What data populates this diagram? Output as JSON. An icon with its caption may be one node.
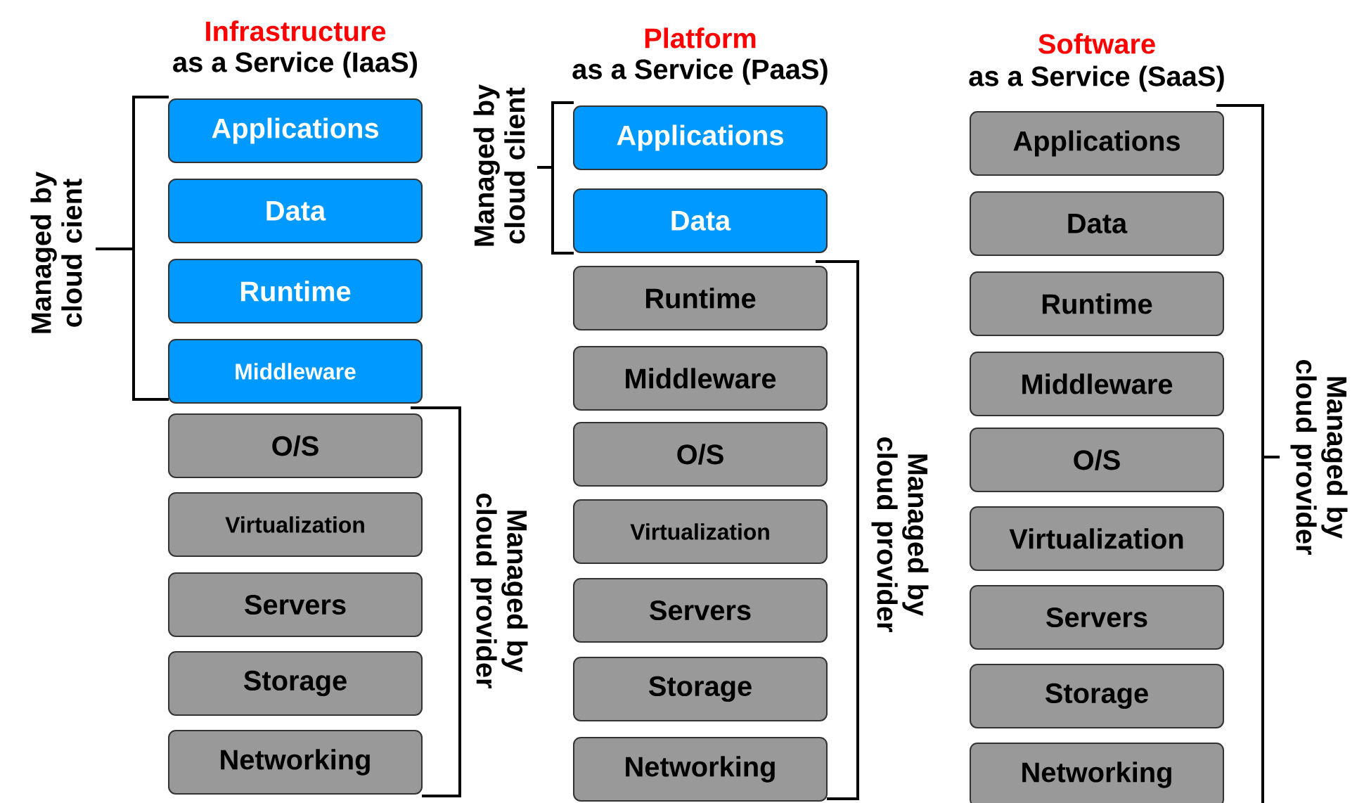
{
  "diagram": {
    "nodes": [
      {
        "text": [
          "Applications"
        ]
      },
      {
        "text": [
          "Data"
        ]
      },
      {
        "text": [
          "Runtime"
        ]
      },
      {
        "text": [
          "Middleware"
        ]
      },
      {
        "text": [
          "O/S"
        ]
      },
      {
        "text": [
          "Virtualization"
        ]
      },
      {
        "text": [
          "Servers"
        ]
      },
      {
        "text": [
          "Storage"
        ]
      },
      {
        "text": [
          "Networking"
        ]
      },
      {
        "text": [
          "Applications"
        ]
      },
      {
        "text": [
          "Data"
        ]
      },
      {
        "text": [
          "Runtime"
        ]
      },
      {
        "text": [
          "Middleware"
        ]
      },
      {
        "text": [
          "O/S"
        ]
      },
      {
        "text": [
          "Virtualization"
        ]
      },
      {
        "text": [
          "Servers"
        ]
      },
      {
        "text": [
          "Storage"
        ]
      },
      {
        "text": [
          "Networking"
        ]
      },
      {
        "text": [
          "Applications"
        ]
      },
      {
        "text": [
          "Data"
        ]
      },
      {
        "text": [
          "Runtime"
        ]
      },
      {
        "text": [
          "Middleware"
        ]
      },
      {
        "text": [
          "O/S"
        ]
      },
      {
        "text": [
          "Virtualization"
        ]
      },
      {
        "text": [
          "Servers"
        ]
      },
      {
        "text": [
          "Storage"
        ]
      },
      {
        "text": [
          "Networking"
        ]
      }
    ],
    "labels": [
      "Infrastructure",
      "as a Service (IaaS)",
      "Platform",
      "as a Service (PaaS)",
      "Software",
      "as a Service (SaaS)",
      "Managed by cloud cient",
      "Managed by cloud client",
      "Managed by cloud provider",
      "Managed by cloud provider",
      "Managed by cloud provider"
    ]
  }
}
